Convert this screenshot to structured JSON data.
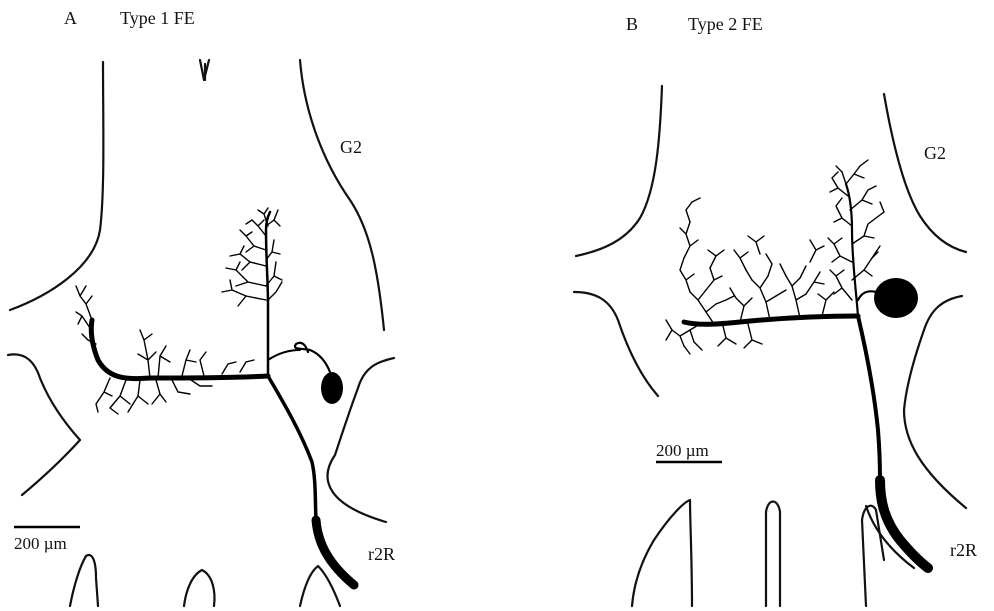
{
  "panels": [
    {
      "letter": "A",
      "title": "Type 1 FE",
      "upper_label": "G2",
      "lower_label": "r2R",
      "scale_bar": "200 µm"
    },
    {
      "letter": "B",
      "title": "Type 2 FE",
      "upper_label": "G2",
      "lower_label": "r2R",
      "scale_bar": "200 µm"
    }
  ],
  "colors": {
    "ink": "#111111",
    "background": "#ffffff"
  }
}
